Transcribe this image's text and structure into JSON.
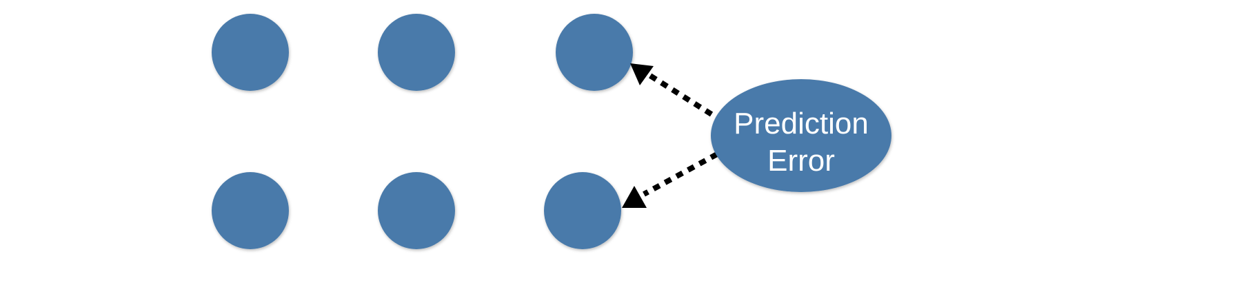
{
  "diagram": {
    "node_color": "#4a7aaa",
    "text_color": "#ffffff",
    "arrow_color": "#000000",
    "nodes": [
      {
        "id": "top-1"
      },
      {
        "id": "top-2"
      },
      {
        "id": "top-3"
      },
      {
        "id": "bottom-1"
      },
      {
        "id": "bottom-2"
      },
      {
        "id": "bottom-3"
      }
    ],
    "source": {
      "label_line1": "Prediction",
      "label_line2": "Error"
    },
    "edges": [
      {
        "from": "source",
        "to": "top-3",
        "style": "dotted"
      },
      {
        "from": "source",
        "to": "bottom-3",
        "style": "dotted"
      }
    ]
  }
}
